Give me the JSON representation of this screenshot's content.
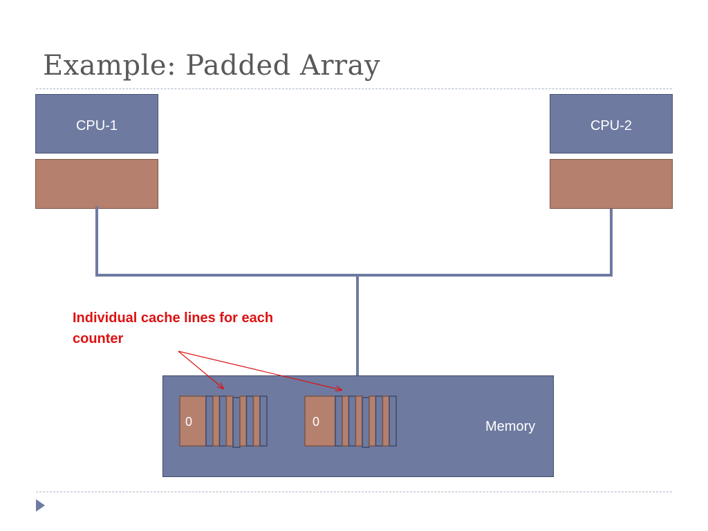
{
  "slide": {
    "title": "Example: Padded Array"
  },
  "cpus": [
    {
      "label": "CPU-1"
    },
    {
      "label": "CPU-2"
    }
  ],
  "annotation": {
    "text": "Individual cache lines for each counter"
  },
  "memory": {
    "label": "Memory",
    "counter_values": [
      "0",
      "0"
    ]
  },
  "colors": {
    "cpu_fill": "#6e7aa0",
    "cache_fill": "#b5806e",
    "annotation": "#dd1111",
    "bus_line": "#6e7aa0"
  }
}
